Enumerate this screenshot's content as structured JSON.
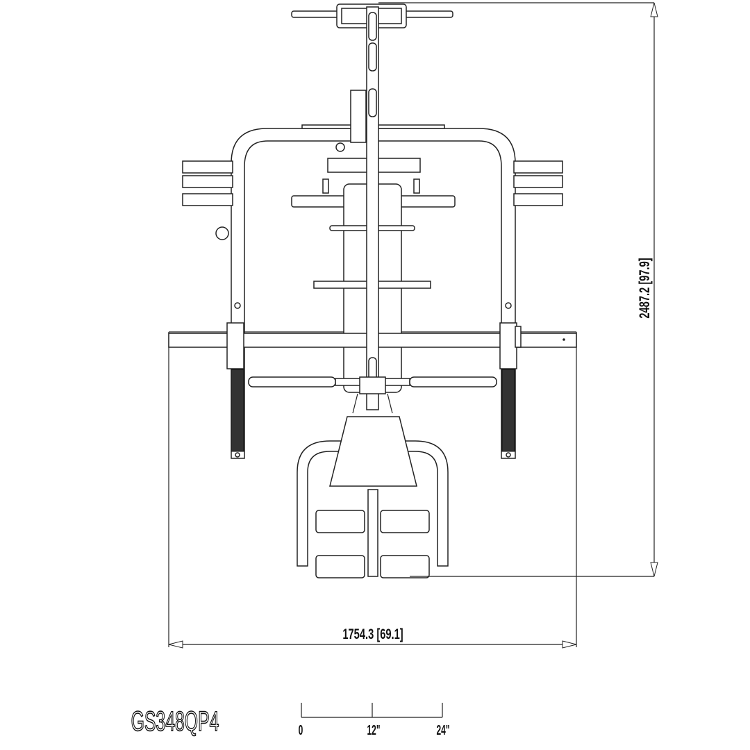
{
  "drawing": {
    "model_number": "GS348QP4",
    "height_dimension": "2487.2 [97.9]",
    "width_dimension": "1754.3 [69.1]",
    "scale_bar": {
      "labels": [
        "0",
        "12\"",
        "24\""
      ]
    },
    "line_color": "#222222"
  }
}
